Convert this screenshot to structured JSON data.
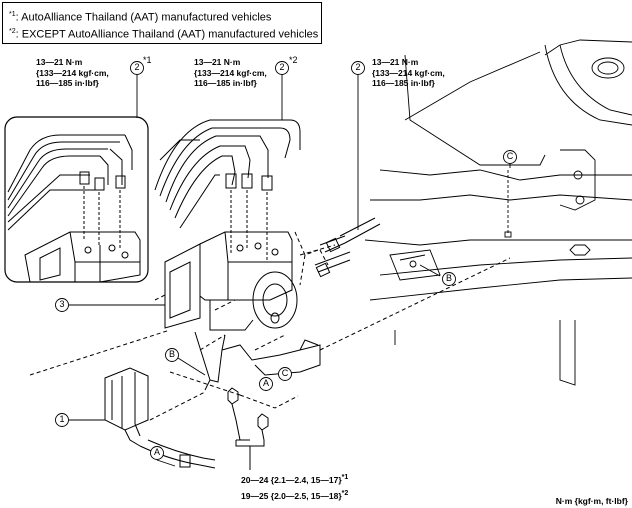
{
  "notes": {
    "note1_mark": "*1",
    "note1_text": ": AutoAlliance Thailand (AAT) manufactured vehicles",
    "note2_mark": "*2",
    "note2_text": ": EXCEPT AutoAlliance Thailand (AAT) manufactured vehicles"
  },
  "torque_spec_left": {
    "line1": "13—21 N·m",
    "line2": "{133—214 kgf·cm,",
    "line3": "116—185 in·lbf}",
    "callout": "2",
    "mark": "*1"
  },
  "torque_spec_middle": {
    "line1": "13—21 N·m",
    "line2": "{133—214 kgf·cm,",
    "line3": "116—185 in·lbf}",
    "callout": "2",
    "mark": "*2"
  },
  "torque_spec_right": {
    "line1": "13—21 N·m",
    "line2": "{133—214 kgf·cm,",
    "line3": "116—185 in·lbf}",
    "callout": "2"
  },
  "bolt_torque": {
    "line1": "20—24 {2.1—2.4, 15—17}",
    "mark1": "*1",
    "line2": "19—25 {2.0—2.5, 15—18}",
    "mark2": "*2"
  },
  "callouts": {
    "c1": "1",
    "c3": "3",
    "A1": "A",
    "A2": "A",
    "B1": "B",
    "B2": "B",
    "C1": "C",
    "C2": "C"
  },
  "unit_note": "N·m {kgf·m, ft·lbf}"
}
